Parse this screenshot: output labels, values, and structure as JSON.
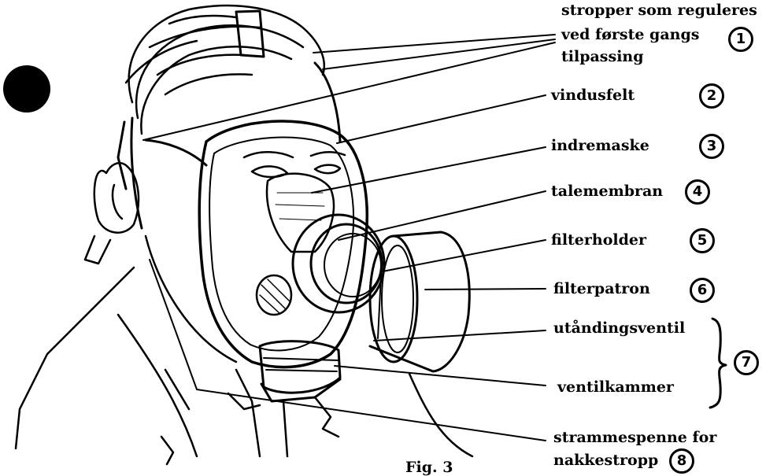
{
  "labels": {
    "l1": {
      "line1": "stropper som reguleres",
      "line2": "ved første gangs",
      "line3": "tilpassing",
      "num": "1"
    },
    "l2": {
      "text": "vindusfelt",
      "num": "2"
    },
    "l3": {
      "text": "indremaske",
      "num": "3"
    },
    "l4": {
      "text": "talemembran",
      "num": "4"
    },
    "l5": {
      "text": "filterholder",
      "num": "5"
    },
    "l6": {
      "text": "filterpatron",
      "num": "6"
    },
    "l7": {
      "line1": "utåndingsventil",
      "line2": "ventilkammer",
      "num": "7"
    },
    "l8": {
      "line1": "strammespenne for",
      "line2": "nakkestropp",
      "num": "8"
    }
  },
  "caption": "Fig. 3",
  "colors": {
    "ink": "#000000",
    "paper": "#ffffff"
  }
}
